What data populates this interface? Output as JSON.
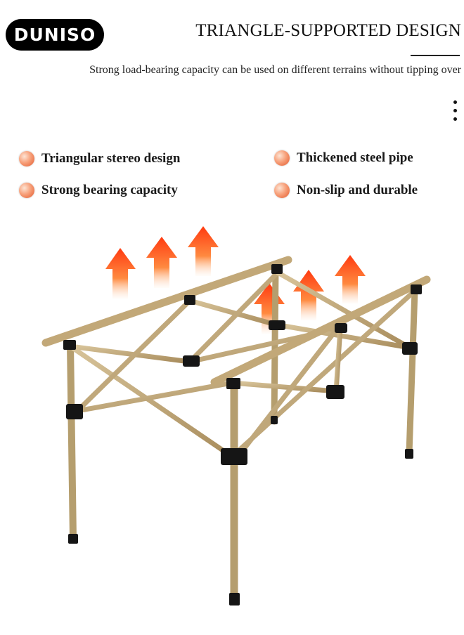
{
  "brand": {
    "logo_text": "DUNISO"
  },
  "header": {
    "title": "TRIANGLE-SUPPORTED DESIGN",
    "subtitle": "Strong load-bearing capacity can be used on different terrains without tipping over"
  },
  "features": [
    {
      "label": "Triangular stereo design",
      "icon": "orange-bullet-icon"
    },
    {
      "label": "Thickened steel pipe",
      "icon": "orange-bullet-icon"
    },
    {
      "label": "Strong bearing capacity",
      "icon": "orange-bullet-icon"
    },
    {
      "label": "Non-slip and durable",
      "icon": "orange-bullet-icon"
    }
  ],
  "menu": {
    "icon": "vertical-dots-icon"
  },
  "illustration": {
    "subject": "table-frame-illustration",
    "arrow_icon": "up-arrow-icon"
  },
  "colors": {
    "tube": "#c2a878",
    "arrow": "#ff4a1a",
    "joint": "#151515",
    "bullet": "#f08050"
  }
}
